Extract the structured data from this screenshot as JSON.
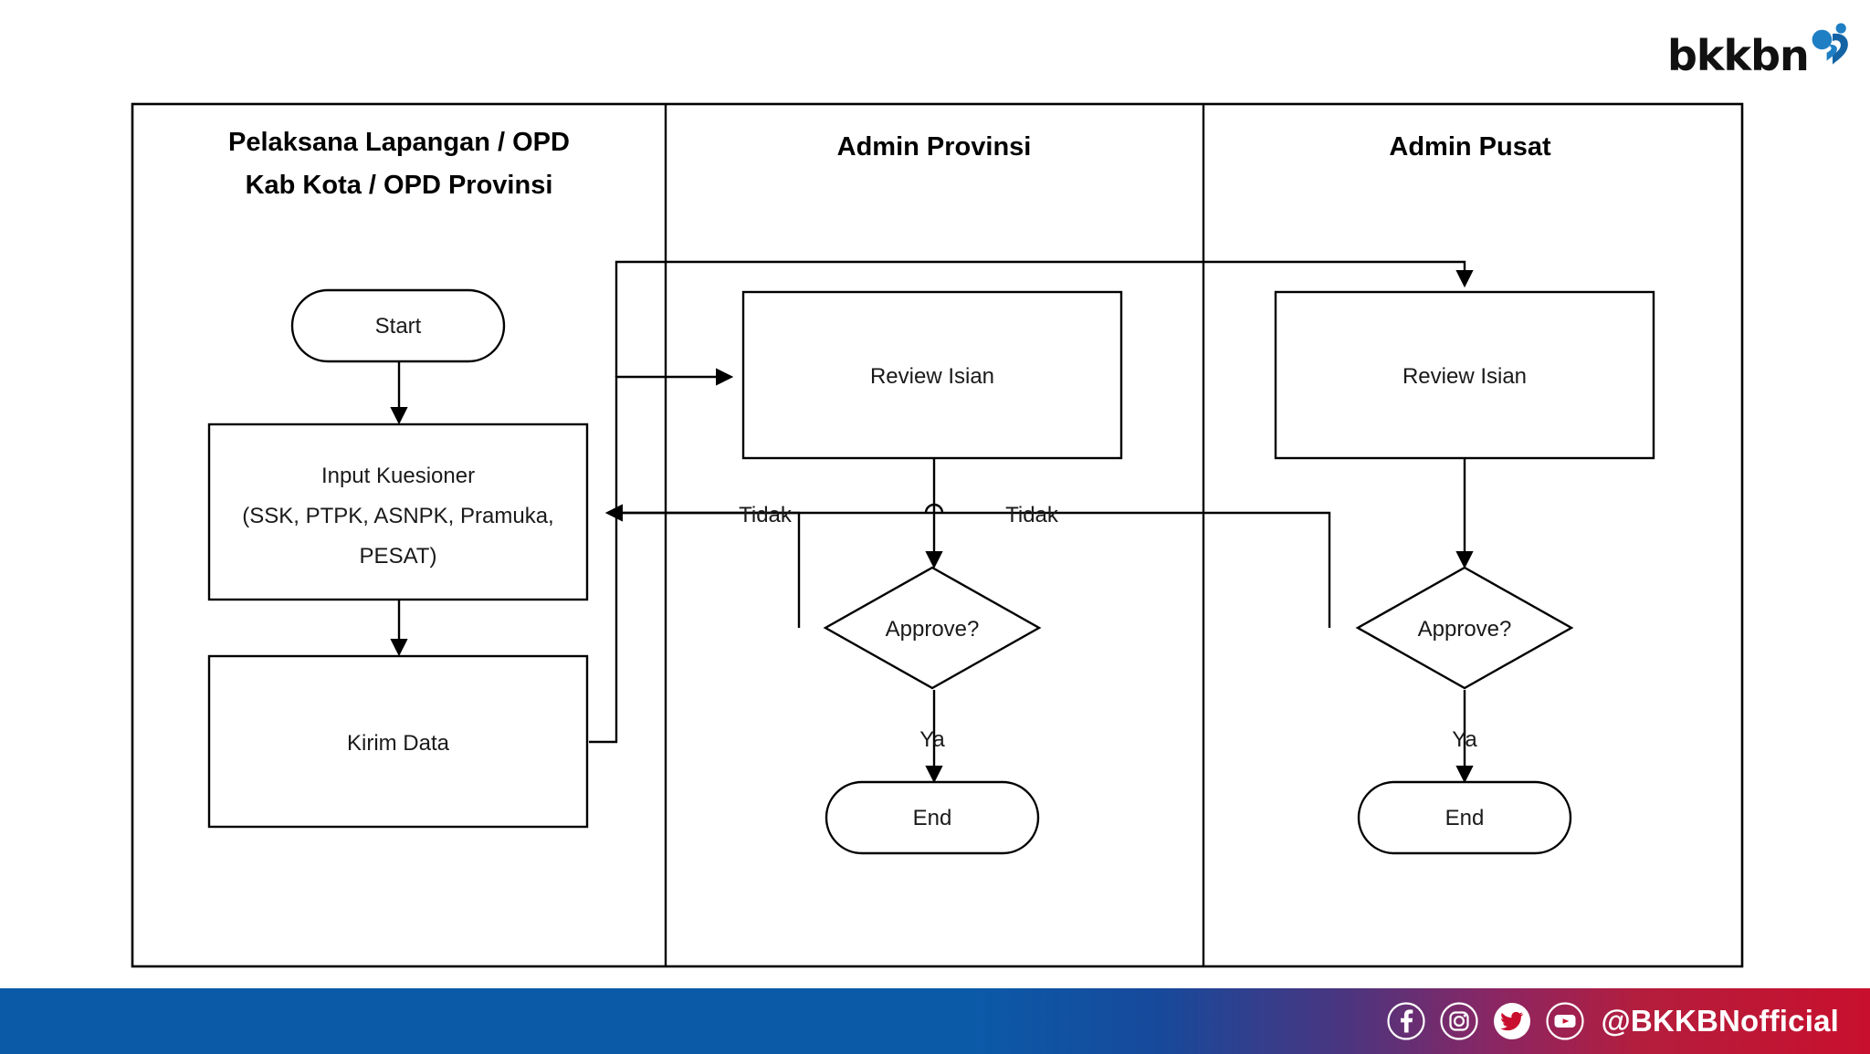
{
  "brand": {
    "logo_wordmark": "bkkbn",
    "logo_icon": "bkkbn-figure-icon",
    "logo_blue": "#1f7fc4",
    "logo_dark_blue": "#1464a5"
  },
  "diagram": {
    "type": "flowchart",
    "title": "",
    "lanes": [
      {
        "id": "lane-pelaksana",
        "title_line1": "Pelaksana Lapangan / OPD",
        "title_line2": "Kab Kota / OPD Provinsi"
      },
      {
        "id": "lane-provinsi",
        "title_line1": "Admin Provinsi",
        "title_line2": ""
      },
      {
        "id": "lane-pusat",
        "title_line1": "Admin Pusat",
        "title_line2": ""
      }
    ],
    "nodes": [
      {
        "id": "start",
        "lane": 0,
        "shape": "terminator",
        "label": "Start"
      },
      {
        "id": "input-kuesioner",
        "lane": 0,
        "shape": "process",
        "label_line1": "Input Kuesioner",
        "label_line2": "(SSK, PTPK, ASNPK, Pramuka,",
        "label_line3": "PESAT)"
      },
      {
        "id": "kirim-data",
        "lane": 0,
        "shape": "process",
        "label": "Kirim Data"
      },
      {
        "id": "review-isian-provinsi",
        "lane": 1,
        "shape": "process",
        "label": "Review Isian"
      },
      {
        "id": "approve-provinsi",
        "lane": 1,
        "shape": "decision",
        "label": "Approve?"
      },
      {
        "id": "end-provinsi",
        "lane": 1,
        "shape": "terminator",
        "label": "End"
      },
      {
        "id": "review-isian-pusat",
        "lane": 2,
        "shape": "process",
        "label": "Review Isian"
      },
      {
        "id": "approve-pusat",
        "lane": 2,
        "shape": "decision",
        "label": "Approve?"
      },
      {
        "id": "end-pusat",
        "lane": 2,
        "shape": "terminator",
        "label": "End"
      }
    ],
    "edges": [
      {
        "from": "start",
        "to": "input-kuesioner",
        "label": ""
      },
      {
        "from": "input-kuesioner",
        "to": "kirim-data",
        "label": ""
      },
      {
        "from": "kirim-data",
        "to": "review-isian-provinsi",
        "label": ""
      },
      {
        "from": "kirim-data",
        "to": "review-isian-pusat",
        "label": ""
      },
      {
        "from": "review-isian-provinsi",
        "to": "approve-provinsi",
        "label": ""
      },
      {
        "from": "approve-provinsi",
        "to": "input-kuesioner",
        "label": "Tidak"
      },
      {
        "from": "approve-provinsi",
        "to": "end-provinsi",
        "label": "Ya"
      },
      {
        "from": "review-isian-pusat",
        "to": "approve-pusat",
        "label": ""
      },
      {
        "from": "approve-pusat",
        "to": "input-kuesioner",
        "label": "Tidak"
      },
      {
        "from": "approve-pusat",
        "to": "end-pusat",
        "label": "Ya"
      }
    ],
    "edge_labels": {
      "tidak_left": "Tidak",
      "tidak_right": "Tidak",
      "ya_middle": "Ya",
      "ya_right": "Ya"
    }
  },
  "footer": {
    "handle": "@BKKBNofficial",
    "icons": [
      {
        "name": "facebook-icon"
      },
      {
        "name": "instagram-icon"
      },
      {
        "name": "twitter-icon"
      },
      {
        "name": "youtube-icon"
      }
    ],
    "gradient_start": "#0b5aa8",
    "gradient_end": "#c8102e"
  }
}
